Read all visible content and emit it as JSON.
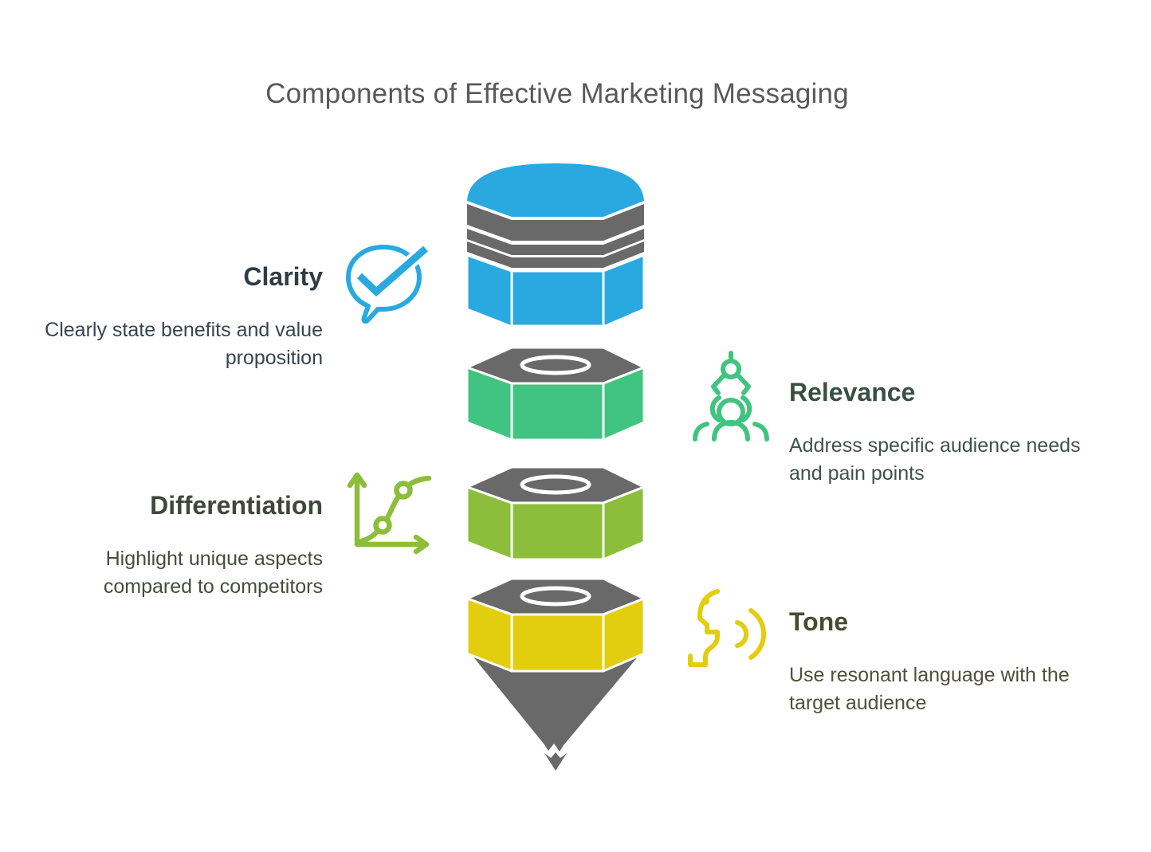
{
  "title": "Components of Effective Marketing Messaging",
  "colors": {
    "clarity_blue": "#29a9e0",
    "relevance_green": "#41c481",
    "differentiation_lime": "#8cbe3b",
    "tone_yellow": "#e2cd0e",
    "pencil_gray": "#696969",
    "title_gray": "#58595b"
  },
  "graphic": {
    "type": "segmented-pencil-funnel",
    "segments_top_to_bottom": [
      "Clarity",
      "Relevance",
      "Differentiation",
      "Tone"
    ]
  },
  "sections": [
    {
      "label": "Clarity",
      "description": "Clearly state benefits and value proposition",
      "color": "#29a9e0",
      "icon": "speech-bubble-check-icon",
      "side": "left"
    },
    {
      "label": "Relevance",
      "description": "Address specific audience needs and pain points",
      "color": "#41c481",
      "icon": "audience-target-icon",
      "side": "right"
    },
    {
      "label": "Differentiation",
      "description": "Highlight unique aspects compared to competitors",
      "color": "#8cbe3b",
      "icon": "growth-chart-icon",
      "side": "left"
    },
    {
      "label": "Tone",
      "description": "Use resonant language with the target audience",
      "color": "#e2cd0e",
      "icon": "speaking-face-icon",
      "side": "right"
    }
  ]
}
